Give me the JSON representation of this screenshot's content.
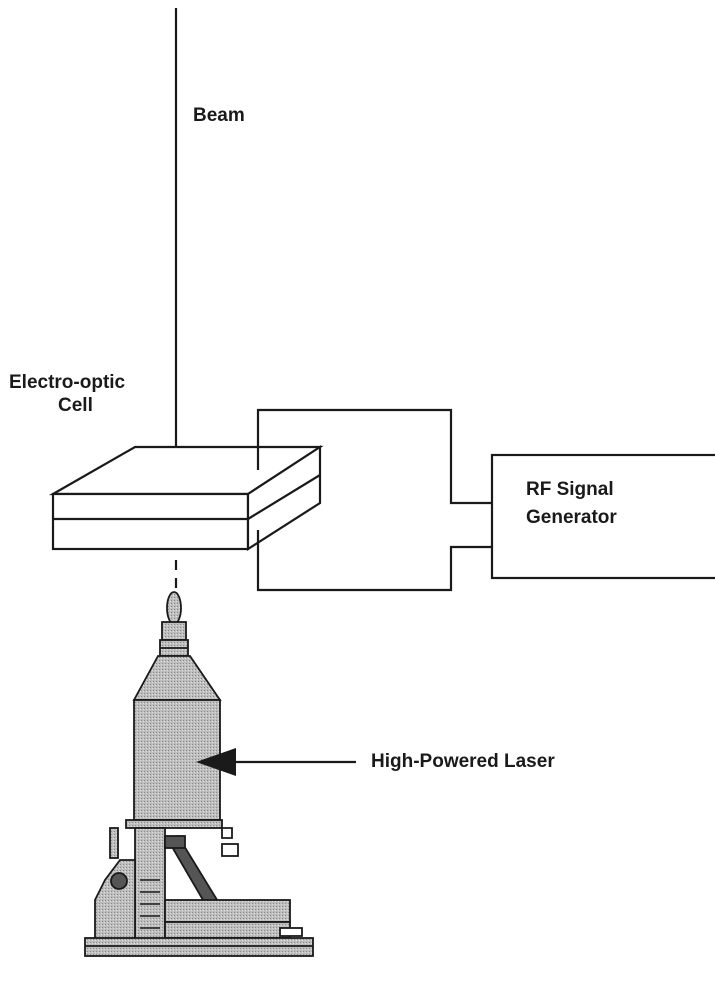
{
  "labels": {
    "beam": "Beam",
    "cell_line1": "Electro-optic",
    "cell_line2": "Cell",
    "rf_line1": "RF Signal",
    "rf_line2": "Generator",
    "laser": "High-Powered Laser"
  },
  "colors": {
    "line": "#1a1a1a",
    "laser_fill": "#b8b8b8",
    "laser_dark": "#555555",
    "background": "#ffffff"
  }
}
